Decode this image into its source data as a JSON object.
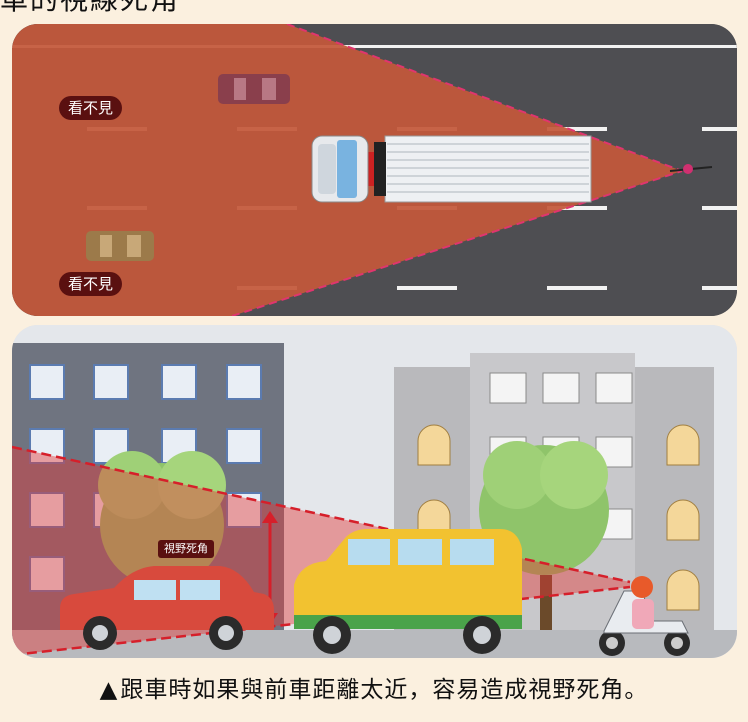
{
  "header": {
    "partial_title": "車的視線死角"
  },
  "top_panel": {
    "labels": [
      "看不見",
      "看不見"
    ]
  },
  "bottom_panel": {
    "blind_spot_label": "視野死角"
  },
  "caption": {
    "marker": "▲",
    "text": "跟車時如果與前車距離太近，容易造成視野死角。"
  },
  "colors": {
    "background": "#fbf0df",
    "road": "#4e4e52",
    "blind_zone": "#c4583a",
    "label_bg": "#5a1010",
    "blind_zone_bottom": "#e23a3a",
    "dashed_line": "#e0356e"
  }
}
